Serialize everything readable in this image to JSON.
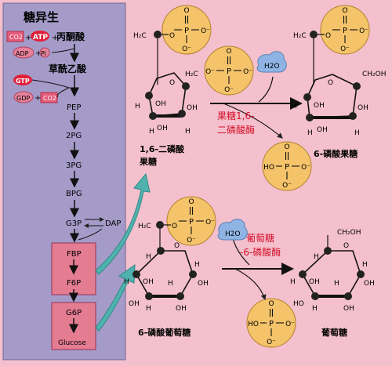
{
  "pathway": {
    "title": "糖异生",
    "co2": "CO2",
    "atp": "ATP",
    "adp": "ADP",
    "pi": "Pi",
    "pyruvate": "丙酮酸",
    "oxaloacetate": "草酰乙酸",
    "gtp": "GTP",
    "gdp": "GDP",
    "co2b": "CO2",
    "pep": "PEP",
    "pg2": "2PG",
    "pg3": "3PG",
    "bpg": "BPG",
    "g3p": "G3P",
    "dap": "DAP",
    "fbp": "FBP",
    "f6p": "F6P",
    "g6p": "G6P",
    "glucose": "Glucose"
  },
  "reactions": {
    "top": {
      "substrate_l1": "1,6-二磷酸",
      "substrate_l2": "果糖",
      "enzyme_l1": "果糖1,6-",
      "enzyme_l2": "二磷酸酶",
      "product": "6-磷酸果糖",
      "water": "H2O"
    },
    "bottom": {
      "substrate": "6-磷酸葡萄糖",
      "enzyme_l1": "葡萄糖",
      "enzyme_l2": "-6-磷酸酶",
      "product": "葡萄糖",
      "water": "H2O"
    }
  },
  "chem": {
    "O": "O",
    "Ominus": "O⁻",
    "P": "P",
    "H": "H",
    "OH": "OH",
    "HO": "HO",
    "H2C": "H₂C",
    "CH2OH": "CH₂OH"
  },
  "colors": {
    "background": "#f4c0cd",
    "panel": "#a49bc8",
    "phosphate": "#f4c36a",
    "step_box": "#e47c92",
    "enzyme_text": "#d4102a",
    "teal_arrow": "#4fb2ae"
  }
}
